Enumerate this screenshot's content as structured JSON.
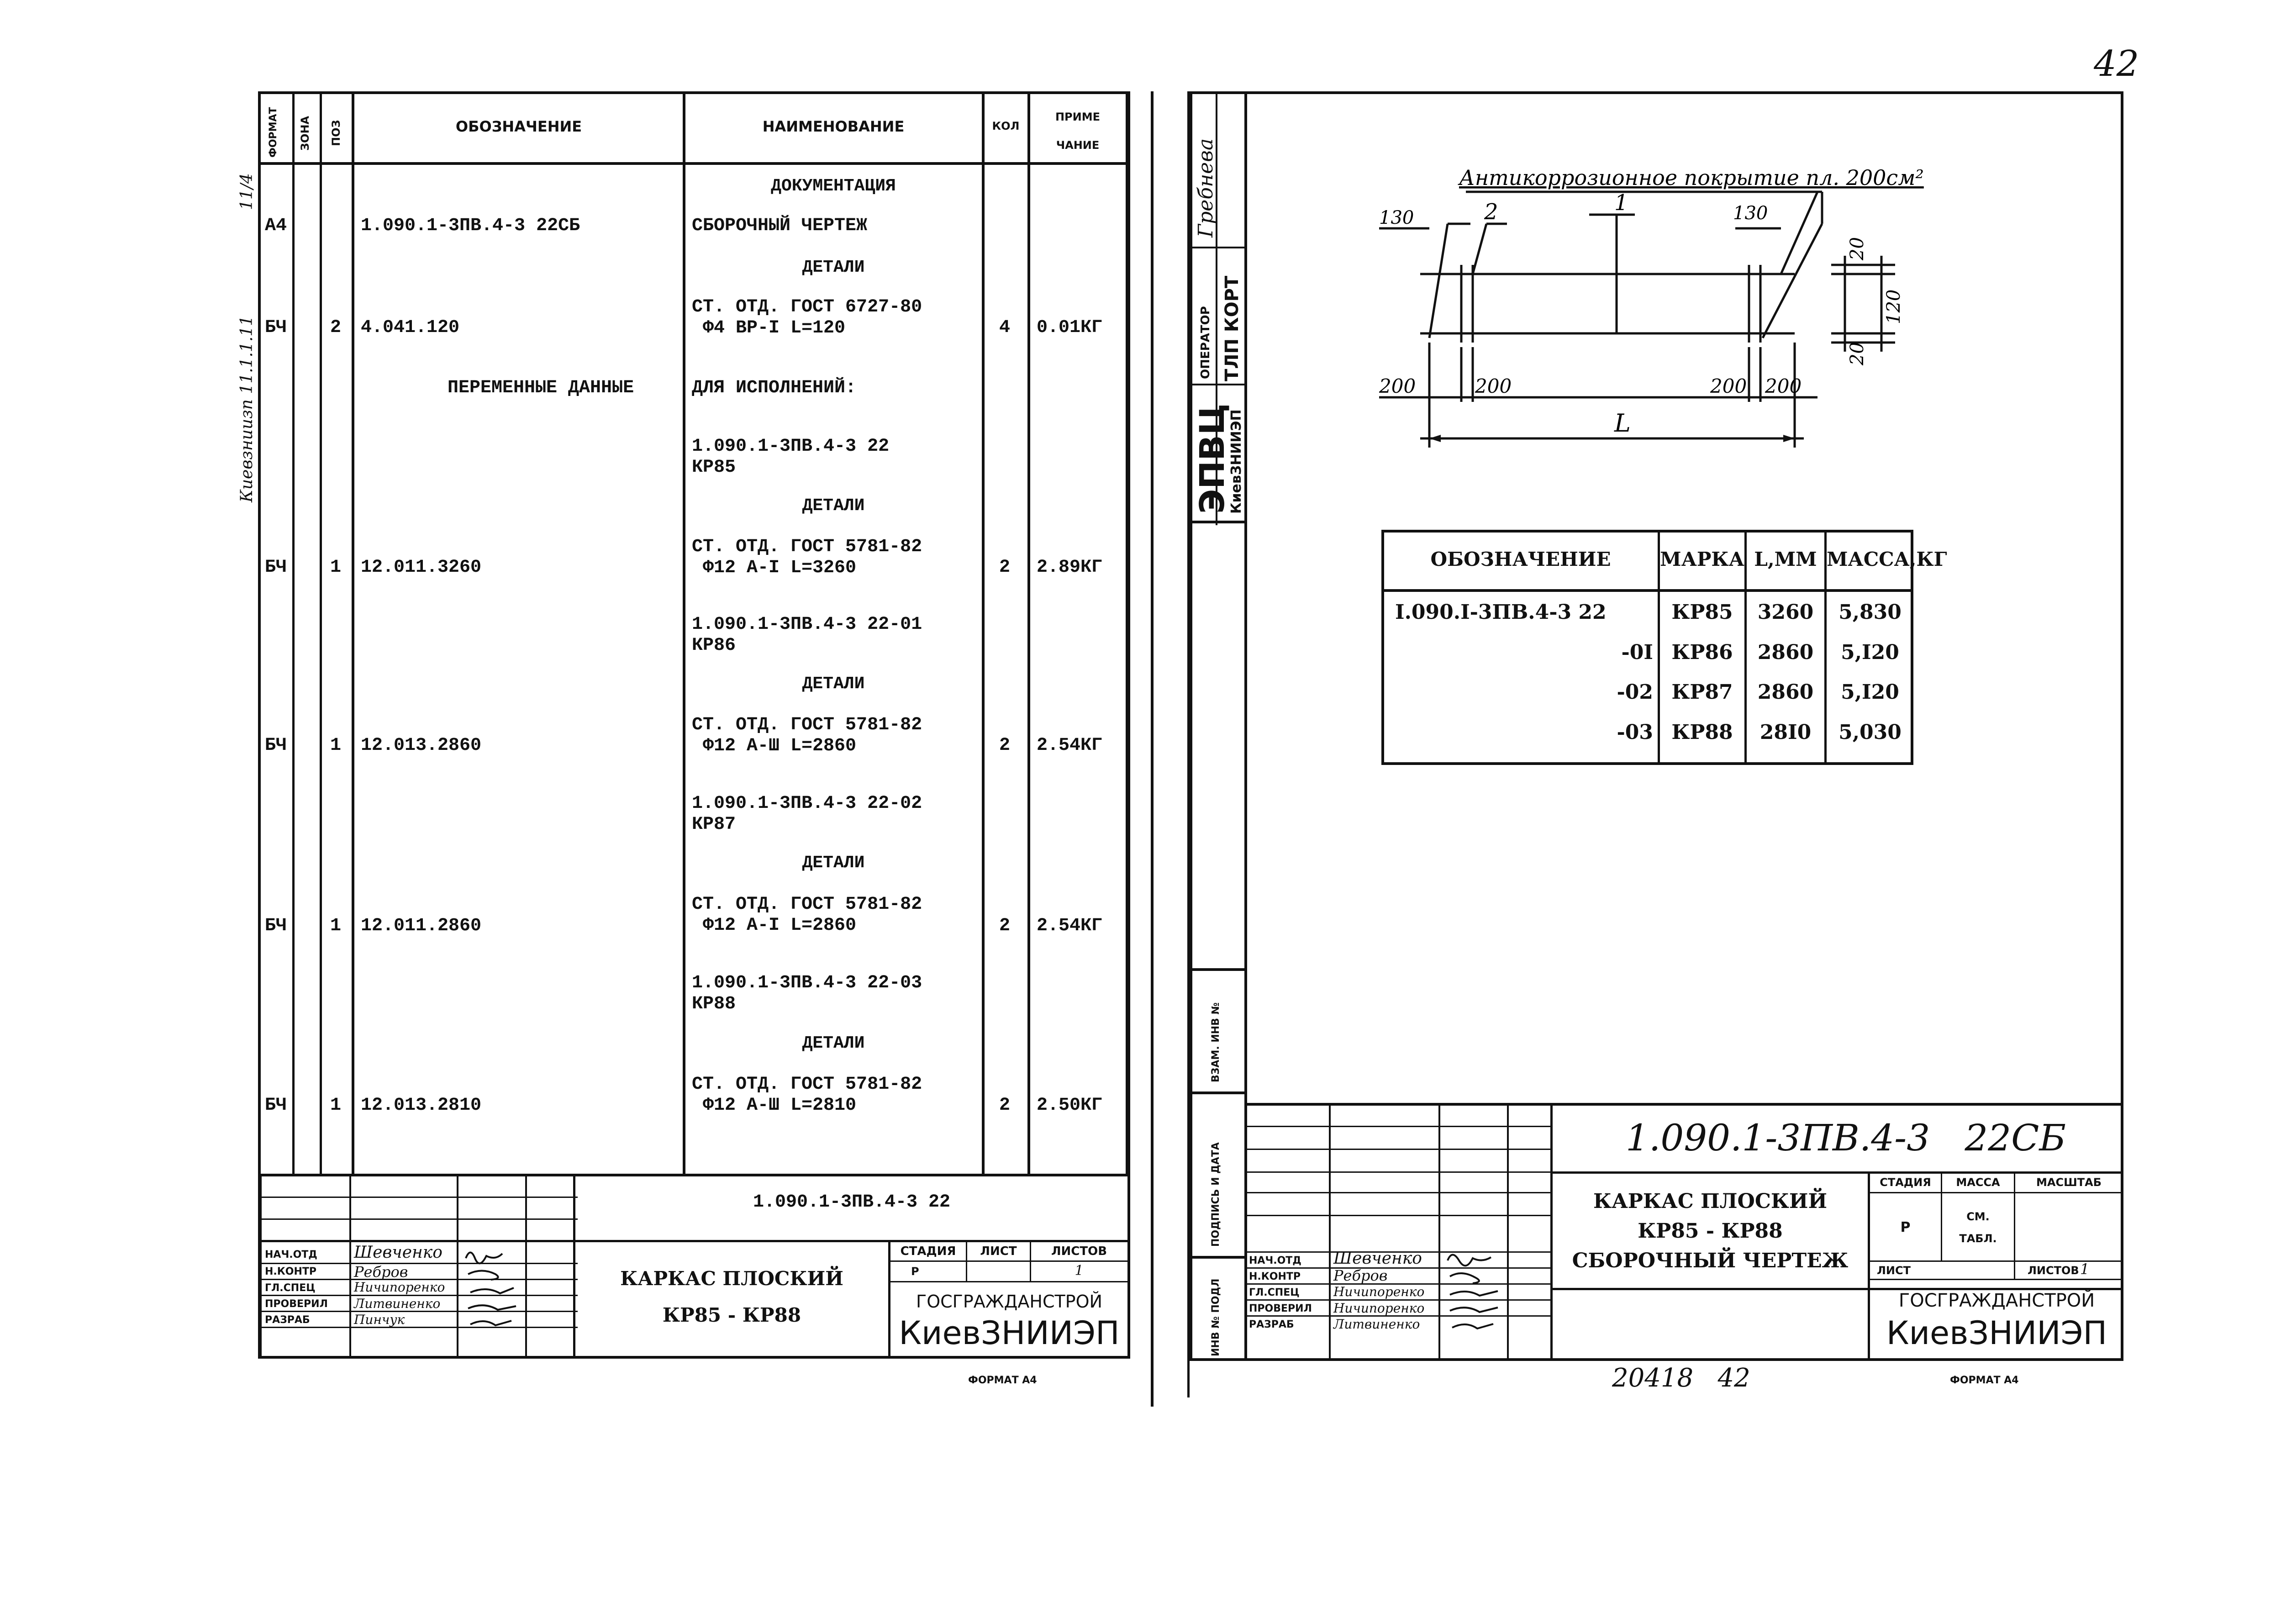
{
  "page_number_corner": "42",
  "left_sheet": {
    "header": {
      "format": "ФОРМАТ",
      "zone": "ЗОНА",
      "pos": "ПОЗ",
      "designation": "ОБОЗНАЧЕНИЕ",
      "name": "НАИМЕНОВАНИЕ",
      "qty": "КОЛ",
      "note": "ПРИМЕ\nЧАНИЕ"
    },
    "margin_note": "Киевзниизп 11.1.1.11",
    "margin_note_top": "11/4",
    "rows": [
      {
        "name": "ДОКУМЕНТАЦИЯ",
        "kind": "heading"
      },
      {
        "format": "А4",
        "designation": "1.090.1-3ПВ.4-3 22СБ",
        "name": "СБОРОЧНЫЙ ЧЕРТЕЖ"
      },
      {
        "name": "ДЕТАЛИ",
        "kind": "heading"
      },
      {
        "format": "БЧ",
        "pos": "2",
        "designation": "4.041.120",
        "name": "СТ. ОТД. ГОСТ 6727-80\n Ф4 ВР-I L=120",
        "qty": "4",
        "note": "0.01КГ"
      },
      {
        "designation": "ПЕРЕМЕННЫЕ ДАННЫЕ",
        "name": "ДЛЯ ИСПОЛНЕНИЙ:"
      },
      {
        "name": "1.090.1-3ПВ.4-3 22\nКР85"
      },
      {
        "name": "ДЕТАЛИ",
        "kind": "heading"
      },
      {
        "format": "БЧ",
        "pos": "1",
        "designation": "12.011.3260",
        "name": "СТ. ОТД. ГОСТ 5781-82\n Ф12 А-I L=3260",
        "qty": "2",
        "note": "2.89КГ"
      },
      {
        "name": "1.090.1-3ПВ.4-3 22-01\nКР86"
      },
      {
        "name": "ДЕТАЛИ",
        "kind": "heading"
      },
      {
        "format": "БЧ",
        "pos": "1",
        "designation": "12.013.2860",
        "name": "СТ. ОТД. ГОСТ 5781-82\n Ф12 А-Ш L=2860",
        "qty": "2",
        "note": "2.54КГ"
      },
      {
        "name": "1.090.1-3ПВ.4-3 22-02\nКР87"
      },
      {
        "name": "ДЕТАЛИ",
        "kind": "heading"
      },
      {
        "format": "БЧ",
        "pos": "1",
        "designation": "12.011.2860",
        "name": "СТ. ОТД. ГОСТ 5781-82\n Ф12 А-I L=2860",
        "qty": "2",
        "note": "2.54КГ"
      },
      {
        "name": "1.090.1-3ПВ.4-3 22-03\nКР88"
      },
      {
        "name": "ДЕТАЛИ",
        "kind": "heading"
      },
      {
        "format": "БЧ",
        "pos": "1",
        "designation": "12.013.2810",
        "name": "СТ. ОТД. ГОСТ 5781-82\n Ф12 А-Ш L=2810",
        "qty": "2",
        "note": "2.50КГ"
      }
    ],
    "title_block": {
      "doc_code": "1.090.1-3ПВ.4-3 22",
      "title_line1": "КАРКАС ПЛОСКИЙ",
      "title_line2": "КР85 - КР88",
      "stage_label": "СТАДИЯ",
      "sheet_label": "ЛИСТ",
      "sheets_label": "ЛИСТОВ",
      "stage_value": "Р",
      "sheets_value": "1",
      "org_line1": "ГОСГРАЖДАНСТРОЙ",
      "org_line2": "КиевЗНИИЭП",
      "roles": [
        "НАЧ.ОТД",
        "Н.КОНТР",
        "ГЛ.СПЕЦ",
        "ПРОВЕРИЛ",
        "РАЗРАБ"
      ],
      "names": [
        "Шевченко",
        "Ребров",
        "Ничипоренко",
        "Литвиненко",
        "Пинчук"
      ]
    },
    "format_note": "ФОРМАТ А4"
  },
  "right_sheet": {
    "side_stamp": {
      "name1": "Гребнева",
      "operator": "ОПЕРАТОР",
      "dept": "ТЛП КОРТ",
      "epvc": "ЭПВЦ",
      "kiev": "КиевЗНИИЭП",
      "vzam": "ВЗАМ. ИНВ №",
      "podp": "ПОДПИСЬ И ДАТА",
      "inv": "ИНВ № ПОДЛ"
    },
    "drawing": {
      "coating_note": "Антикоррозионное покрытие пл. 200см²",
      "pos_labels": [
        "2",
        "1"
      ],
      "dims_top": [
        "130",
        "130"
      ],
      "dims_right": [
        "20",
        "120",
        "20"
      ],
      "dims_bottom": [
        "200",
        "200",
        "200",
        "200"
      ],
      "length_label": "L"
    },
    "table": {
      "headers": [
        "ОБОЗНАЧЕНИЕ",
        "МАРКА",
        "L,ММ",
        "МАССА,КГ"
      ],
      "rows": [
        [
          "I.090.I-3ПВ.4-3 22",
          "КР85",
          "3260",
          "5,830"
        ],
        [
          "-0I",
          "КР86",
          "2860",
          "5,I20"
        ],
        [
          "-02",
          "КР87",
          "2860",
          "5,I20"
        ],
        [
          "-03",
          "КР88",
          "28I0",
          "5,030"
        ]
      ]
    },
    "title_block": {
      "doc_code": "1.090.1-3ПВ.4-3   22СБ",
      "title_line1": "КАРКАС ПЛОСКИЙ",
      "title_line2": "КР85 - КР88",
      "title_line3": "СБОРОЧНЫЙ ЧЕРТЕЖ",
      "stage_label": "СТАДИЯ",
      "mass_label": "МАССА",
      "scale_label": "МАСШТАБ",
      "stage_value": "Р",
      "mass_value": "СМ.\nТАБЛ.",
      "sheet_label": "ЛИСТ",
      "sheets_label": "ЛИСТОВ",
      "sheets_value": "1",
      "org_line1": "ГОСГРАЖДАНСТРОЙ",
      "org_line2": "КиевЗНИИЭП",
      "roles": [
        "НАЧ.ОТД",
        "Н.КОНТР",
        "ГЛ.СПЕЦ",
        "ПРОВЕРИЛ",
        "РАЗРАБ"
      ],
      "names": [
        "Шевченко",
        "Ребров",
        "Ничипоренко",
        "Ничипоренко",
        "Литвиненко"
      ]
    },
    "bottom_handwritten": "20418   42",
    "format_note": "ФОРМАТ А4"
  }
}
